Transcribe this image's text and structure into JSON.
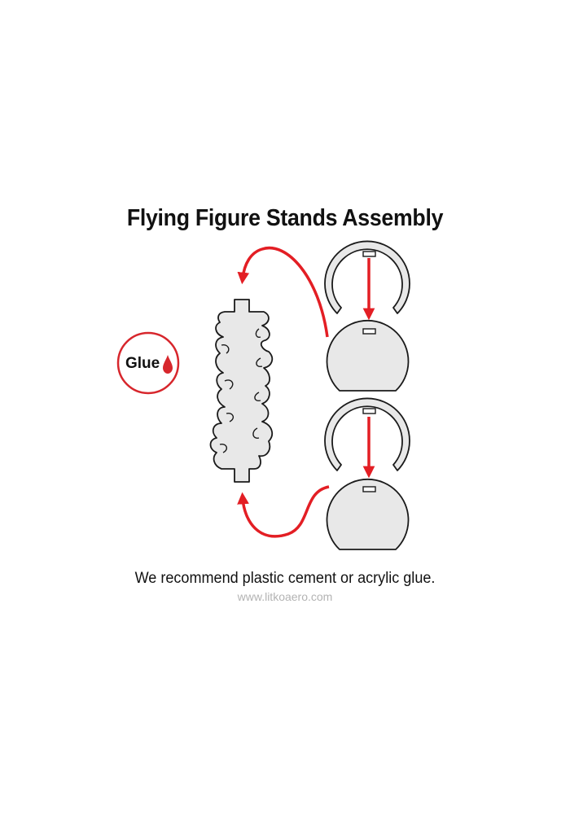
{
  "title": "Flying Figure Stands Assembly",
  "glue": {
    "label": "Glue"
  },
  "recommendation": "We recommend plastic cement or acrylic glue.",
  "website": "www.litkoaero.com",
  "colors": {
    "accent_red": "#e31e24",
    "part_fill": "#e8e8e8",
    "outline": "#1a1a1a",
    "website_gray": "#b3b3b3"
  },
  "icons": [
    "glue-drop-icon",
    "red-arrow"
  ]
}
